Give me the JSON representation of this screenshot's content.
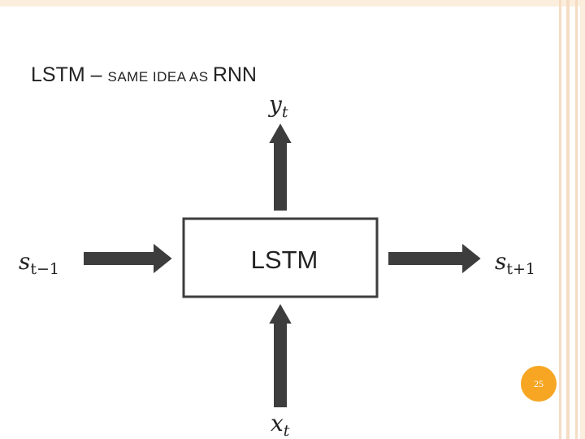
{
  "slide": {
    "title_part1": "LSTM – ",
    "title_part2": "SAME IDEA AS ",
    "title_part3": "RNN",
    "page_number": "25"
  },
  "diagram": {
    "box_label": "LSTM",
    "output_label": {
      "base": "y",
      "sub": "t"
    },
    "input_label": {
      "base": "x",
      "sub": "t"
    },
    "prev_state_label": {
      "base": "s",
      "sub": "t−1"
    },
    "next_state_label": {
      "base": "s",
      "sub": "t+1"
    },
    "arrow_color": "#3d3d3d",
    "box_border_color": "#3d3d3d"
  },
  "theme": {
    "badge_color": "#f6a623",
    "border_color": "#f5dcc2"
  }
}
